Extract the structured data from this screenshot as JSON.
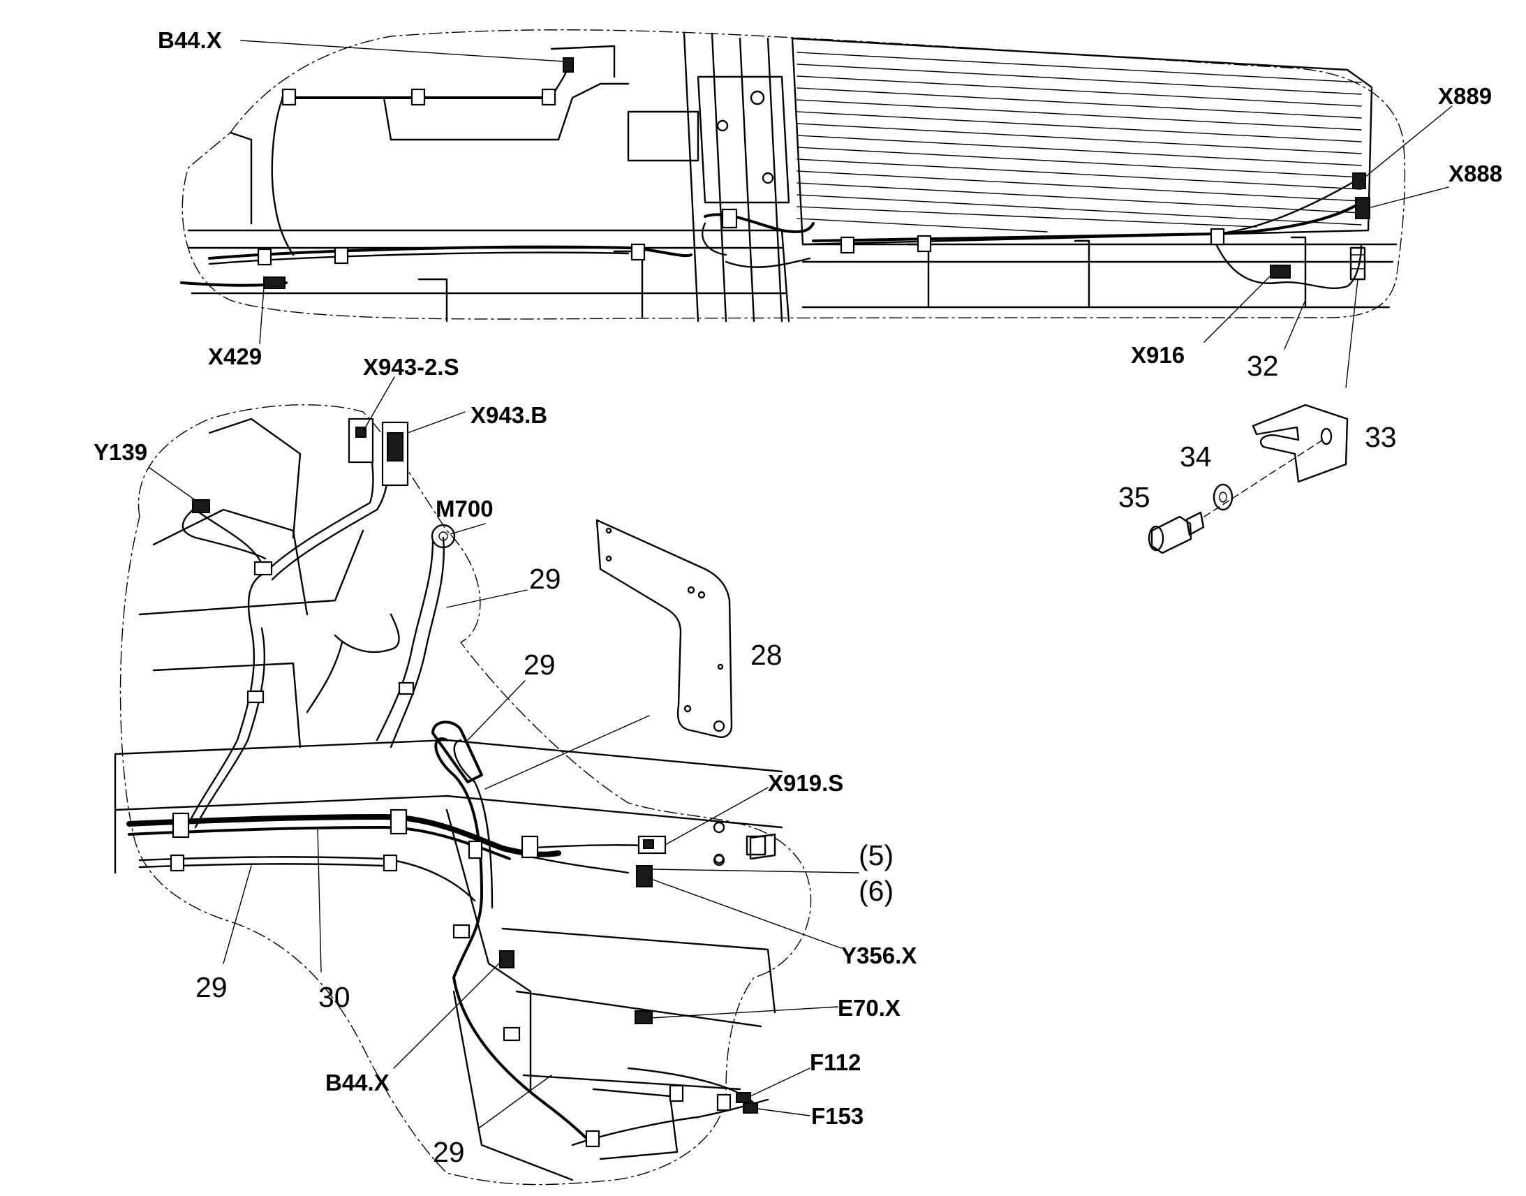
{
  "diagram": {
    "connector_labels": {
      "b44x_top": "B44.X",
      "x889": "X889",
      "x888": "X888",
      "x429": "X429",
      "x916": "X916",
      "x943_2s": "X943-2.S",
      "x943b": "X943.B",
      "y139": "Y139",
      "m700": "M700",
      "x919s": "X919.S",
      "y356x": "Y356.X",
      "e70x": "E70.X",
      "b44x_bottom": "B44.X",
      "f112": "F112",
      "f153": "F153"
    },
    "item_numbers": {
      "p32": "32",
      "p33": "33",
      "p34": "34",
      "p35": "35",
      "p28": "28",
      "p29_a": "29",
      "p29_b": "29",
      "p29_c": "29",
      "p29_d": "29",
      "p30": "30",
      "p5": "(5)",
      "p6": "(6)"
    }
  }
}
